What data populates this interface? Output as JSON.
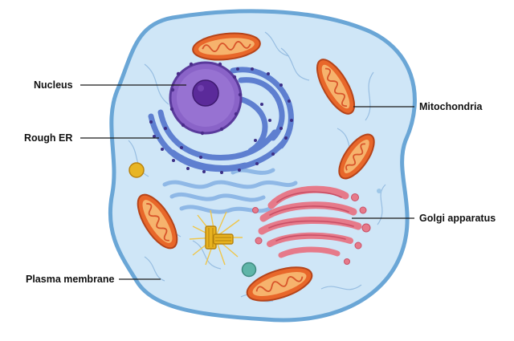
{
  "labels": {
    "nucleus": "Nucleus",
    "rough_er": "Rough ER",
    "plasma_membrane": "Plasma membrane",
    "mitochondria": "Mitochondria",
    "golgi": "Golgi apparatus"
  },
  "colors": {
    "background": "#ffffff",
    "cytoplasm": "#cfe6f7",
    "membrane": "#6aa6d6",
    "nucleus": "#8a63c8",
    "nucleolus": "#5b2a9a",
    "rough_er": "#5e7fd0",
    "ribosome": "#3c2f86",
    "smooth_er": "#8fb8e6",
    "mitochondria_outer": "#e8672a",
    "mitochondria_inner": "#f6b36d",
    "golgi": "#e67a8a",
    "centriole": "#e8b21f",
    "lysosome": "#e8b523",
    "vesicle": "#5fb5a8",
    "leader_line": "#1a1a1a"
  }
}
